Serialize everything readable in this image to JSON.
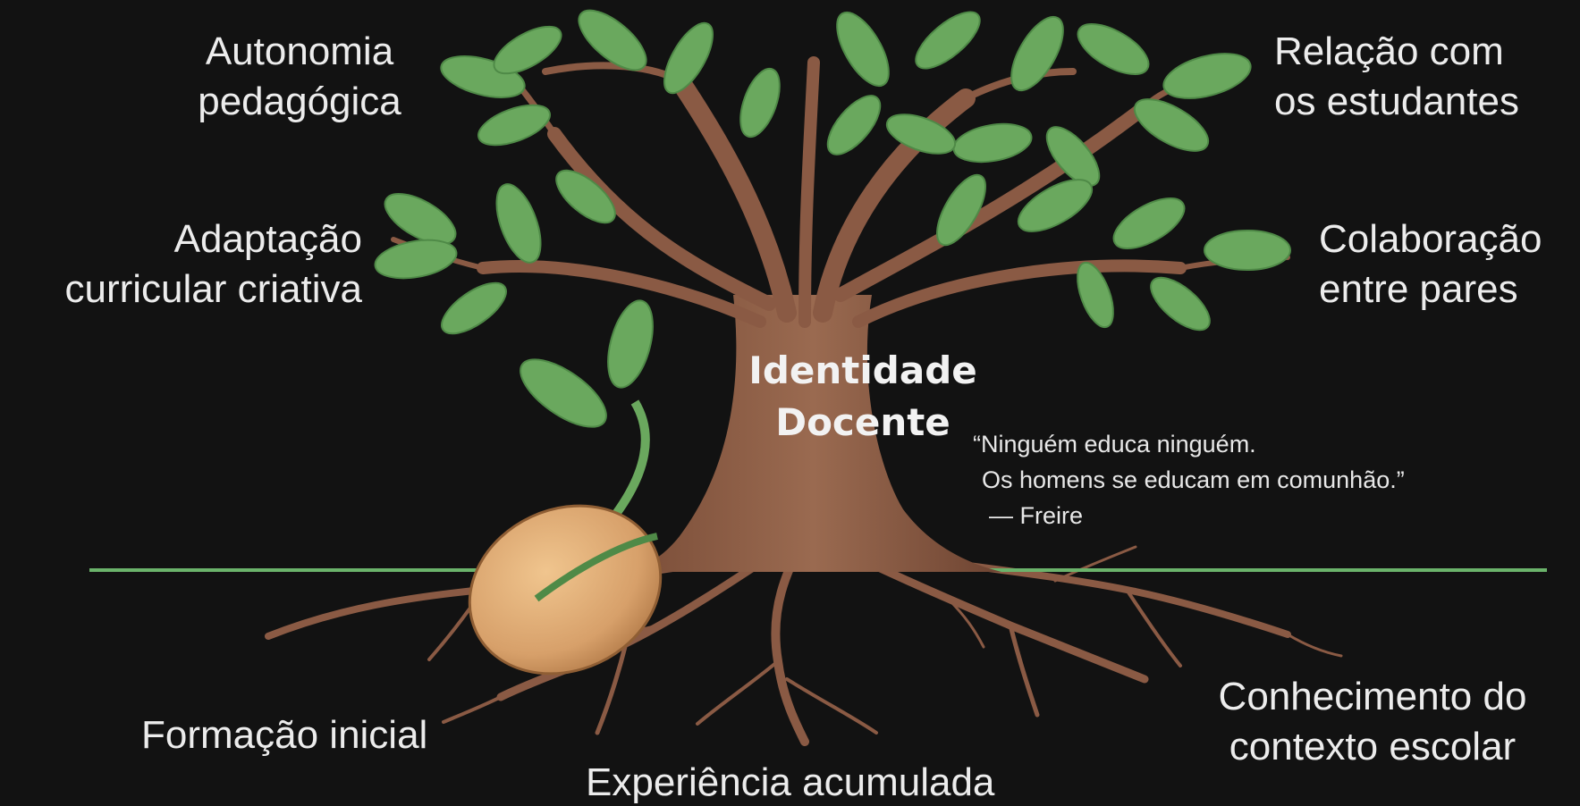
{
  "diagram": {
    "center": {
      "line1": "Identidade",
      "line2": "Docente"
    },
    "branch_labels": {
      "autonomia": {
        "line1": "Autonomia",
        "line2": "pedagógica"
      },
      "relacao": {
        "line1": "Relação com",
        "line2": "os estudantes"
      },
      "adaptacao": {
        "line1": "Adaptação",
        "line2": "curricular criativa"
      },
      "colaboracao": {
        "line1": "Colaboração",
        "line2": "entre pares"
      }
    },
    "root_labels": {
      "formacao": "Formação inicial",
      "experiencia": "Experiência acumulada",
      "conhecimento": {
        "line1": "Conhecimento do",
        "line2": "contexto escolar"
      }
    },
    "quote": {
      "line1": "“Ninguém educa ninguém.",
      "line2": "Os homens se educam em comunhão.”",
      "attribution": "— Freire"
    },
    "colors": {
      "background": "#121212",
      "trunk": "#8a5a44",
      "leaf": "#6aa85e",
      "seed": "#d9a86c",
      "ground": "#6bb36b",
      "text": "#ececec"
    }
  }
}
